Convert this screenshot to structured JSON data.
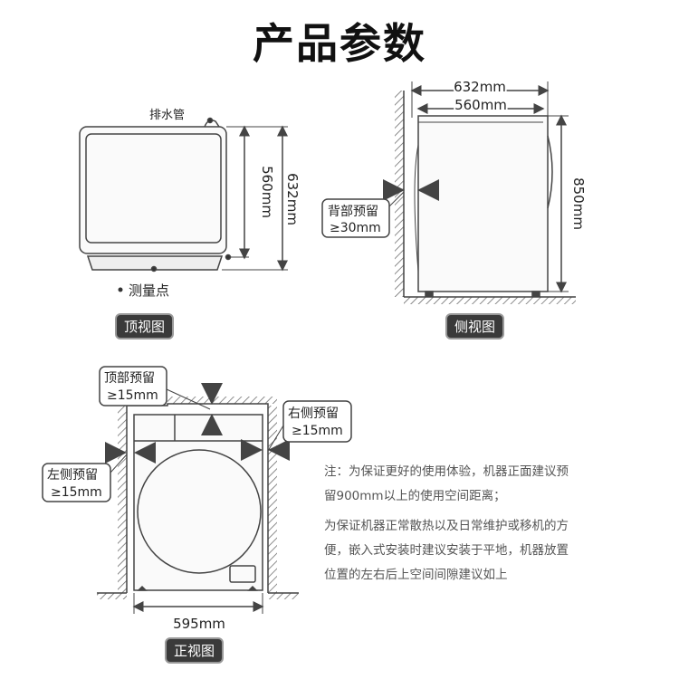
{
  "title": "产品参数",
  "top_view": {
    "tag": "顶视图",
    "drain_label": "排水管",
    "dim_inner": "560mm",
    "dim_outer": "632mm",
    "legend": "测量点"
  },
  "side_view": {
    "tag": "侧视图",
    "dim_outer": "632mm",
    "dim_inner": "560mm",
    "dim_height": "850mm",
    "callout_line1": "背部预留",
    "callout_line2": "≥30mm"
  },
  "front_view": {
    "tag": "正视图",
    "dim_width": "595mm",
    "top_callout_line1": "顶部预留",
    "top_callout_line2": "≥15mm",
    "right_callout_line1": "右侧预留",
    "right_callout_line2": "≥15mm",
    "left_callout_line1": "左侧预留",
    "left_callout_line2": "≥15mm"
  },
  "notes": [
    "注：为保证更好的使用体验，机器正面建议预",
    "留900mm以上的使用空间距离；",
    "为保证机器正常散热以及日常维护或移机的方",
    "便，嵌入式安装时建议安装于平地，机器放置",
    "位置的左右后上空间间隙建议如上"
  ]
}
